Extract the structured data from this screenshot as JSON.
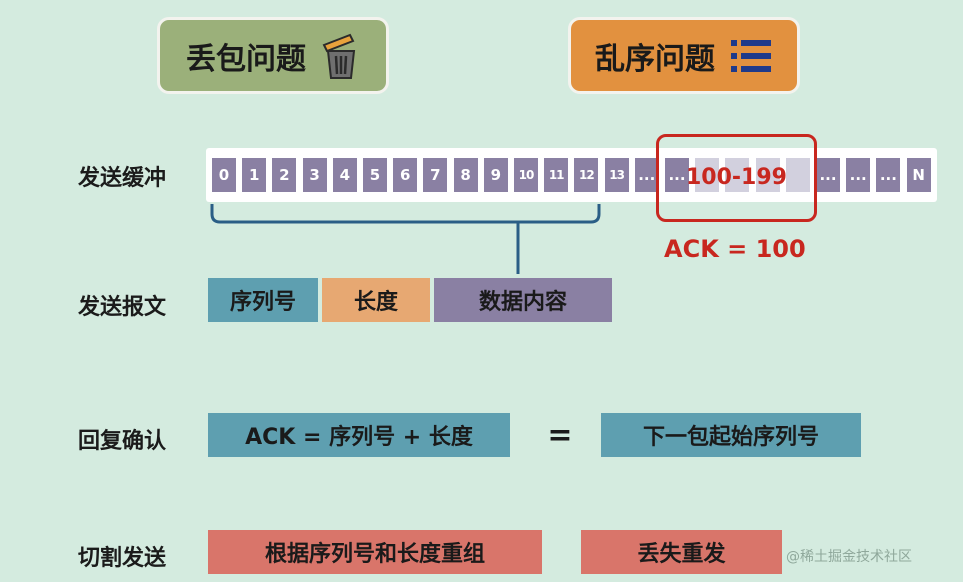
{
  "titles": {
    "loss": "丢包问题",
    "order": "乱序问题",
    "loss_icon": "trash-can-icon",
    "order_icon": "list-icon"
  },
  "rows": {
    "send_buffer": "发送缓冲",
    "send_message": "发送报文",
    "reply_ack": "回复确认",
    "split_send": "切割发送"
  },
  "buffer": {
    "cells": [
      "0",
      "1",
      "2",
      "3",
      "4",
      "5",
      "6",
      "7",
      "8",
      "9",
      "10",
      "11",
      "12",
      "13",
      "...",
      "...",
      "",
      "",
      "",
      "",
      "...",
      "...",
      "...",
      "N"
    ],
    "range_label": "100-199",
    "ack_note": "ACK = 100"
  },
  "message_fields": {
    "seq": "序列号",
    "length": "长度",
    "payload": "数据内容"
  },
  "ack": {
    "formula": "ACK = 序列号 + 长度",
    "equals": "=",
    "result": "下一包起始序列号"
  },
  "split": {
    "reassemble": "根据序列号和长度重组",
    "resend": "丢失重发"
  },
  "watermark": "@稀土掘金技术社区",
  "colors": {
    "background": "#d4ebdf",
    "loss_title": "#9bb07a",
    "order_title": "#e2913f",
    "cell": "#8a80a3",
    "highlight": "#c8271f",
    "teal": "#5e9fb0",
    "orange": "#e7a872",
    "salmon": "#d9756a"
  }
}
